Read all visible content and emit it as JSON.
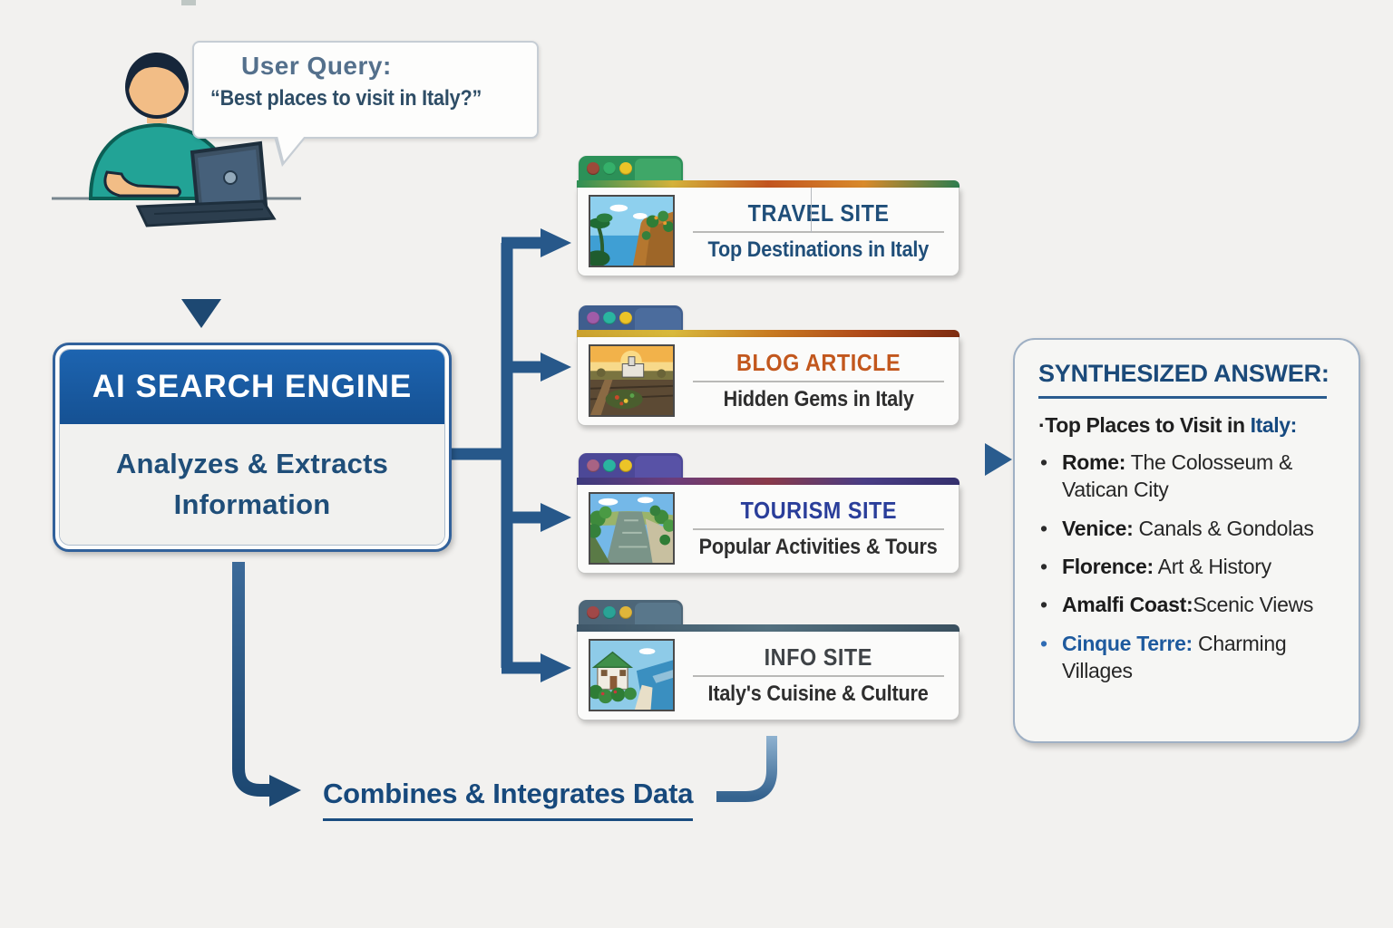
{
  "background_color": "#f2f1ef",
  "query_bubble": {
    "label": "User Query:",
    "text": "“Best places to visit in Italy?”"
  },
  "engine_box": {
    "title": "AI SEARCH ENGINE",
    "body_line1": "Analyzes & Extracts",
    "body_line2": "Information",
    "header_color": "#1a5ba6",
    "body_text_color": "#1f4e79"
  },
  "sources": [
    {
      "id": "travel",
      "title": "TRAVEL SITE",
      "subtitle": "Top Destinations in Italy",
      "title_color": "#1f4e79",
      "subtitle_color": "#1f4e79",
      "chrome": "#2c9158",
      "chrome_inner": "#43aa6b",
      "strip_colors": [
        "#2e8f55",
        "#d4b23a",
        "#c2541f",
        "#d98a2b",
        "#2e7d4f"
      ],
      "dots": [
        "#9c4a3a",
        "#35b06a",
        "#ecc428"
      ],
      "thumb_description": "coastal-cliff-scene",
      "has_divider": true
    },
    {
      "id": "blog",
      "title": "BLOG ARTICLE",
      "subtitle": "Hidden Gems in Italy",
      "title_color": "#c2571d",
      "subtitle_color": "#2e2e2e",
      "chrome": "#3f5e8e",
      "chrome_inner": "#4d6fa0",
      "strip_colors": [
        "#caa12e",
        "#d8b93c",
        "#c87c22",
        "#b04a1a",
        "#7e2d12"
      ],
      "dots": [
        "#a05ca8",
        "#2ab5a0",
        "#ecc428"
      ],
      "thumb_description": "sunset-village-scene",
      "has_divider": false
    },
    {
      "id": "tourism",
      "title": "TOURISM SITE",
      "subtitle": "Popular Activities & Tours",
      "title_color": "#2a3e9a",
      "subtitle_color": "#2e2e2e",
      "chrome": "#4c4897",
      "chrome_inner": "#5a55a8",
      "strip_colors": [
        "#3d3a7e",
        "#6b3c7a",
        "#8a3a4a",
        "#4a3d85",
        "#35316e"
      ],
      "dots": [
        "#a86384",
        "#2ab5a0",
        "#ecc428"
      ],
      "thumb_description": "river-trees-scene",
      "has_divider": false
    },
    {
      "id": "info",
      "title": "INFO SITE",
      "subtitle": "Italy's Cuisine & Culture",
      "title_color": "#3f4347",
      "subtitle_color": "#2e2e2e",
      "chrome": "#4d6678",
      "chrome_inner": "#5c7a8e",
      "strip_colors": [
        "#3e5668",
        "#53707f",
        "#3a505f"
      ],
      "dots": [
        "#a04848",
        "#2aa396",
        "#e0b63a"
      ],
      "thumb_description": "seaside-house-scene",
      "has_divider": false
    }
  ],
  "answer_box": {
    "title": "SYNTHESIZED ANSWER:",
    "intro_prefix": "·Top Places to Visit in ",
    "intro_highlight": "Italy:",
    "items": [
      {
        "name": "Rome:",
        "desc": " The Colosseum & Vatican City",
        "highlight": false
      },
      {
        "name": "Venice:",
        "desc": " Canals & Gondolas",
        "highlight": false
      },
      {
        "name": "Florence:",
        "desc": " Art & History",
        "highlight": false
      },
      {
        "name": "Amalfi Coast:",
        "desc": "Scenic Views",
        "highlight": false
      },
      {
        "name": "Cinque Terre:",
        "desc": " Charming Villages",
        "highlight": true
      }
    ]
  },
  "combine_label": "Combines & Integrates Data",
  "colors": {
    "arrow": "#27588a",
    "arrow_light": "#7fa6c8",
    "accent_blue": "#1b4a7a",
    "highlight_blue": "#1e5a9e"
  }
}
